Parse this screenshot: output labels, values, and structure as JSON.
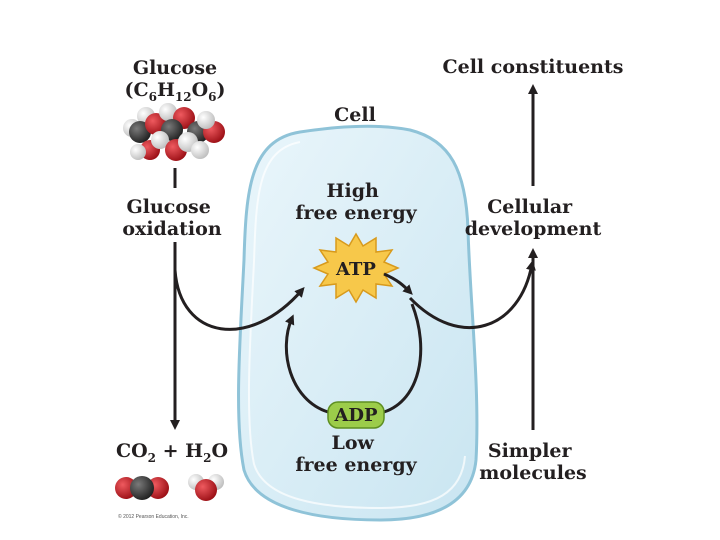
{
  "diagram": {
    "glucose": {
      "name": "Glucose",
      "formula_open": "(C",
      "formula_c_sub": "6",
      "formula_h": "H",
      "formula_h_sub": "12",
      "formula_o": "O",
      "formula_o_sub": "6",
      "formula_close": ")"
    },
    "glucose_oxidation": [
      "Glucose",
      "oxidation"
    ],
    "cell_label": "Cell",
    "high_free_energy": [
      "High",
      "free energy"
    ],
    "atp": "ATP",
    "adp": "ADP",
    "low_free_energy": [
      "Low",
      "free energy"
    ],
    "cell_constituents": "Cell constituents",
    "cellular_development": [
      "Cellular",
      "development"
    ],
    "simpler_molecules": [
      "Simpler",
      "molecules"
    ],
    "products": {
      "co2": "CO",
      "co2_sub": "2",
      "plus": "+",
      "h": "H",
      "h_sub": "2",
      "o": "O"
    },
    "copyright": "© 2012 Pearson Education, Inc.",
    "colors": {
      "cell_fill": "#d6ecf5",
      "cell_stroke": "#8fc3d8",
      "atp_fill": "#f7c84a",
      "adp_fill": "#9ccc4a",
      "arrow": "#231f20",
      "carbon": "#3a3a3a",
      "oxygen": "#cc1f26",
      "hydrogen": "#e9e9e9"
    }
  }
}
